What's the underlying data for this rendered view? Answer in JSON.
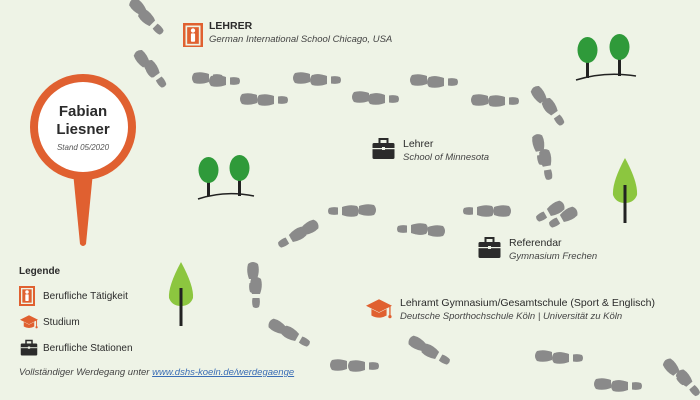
{
  "profile": {
    "first_name": "Fabian",
    "last_name": "Liesner",
    "status": "Stand 05/2020"
  },
  "stations": [
    {
      "title": "LEHRER",
      "subtitle": "German International School Chicago, USA",
      "icon": "person-icon"
    },
    {
      "title": "Lehrer",
      "subtitle": "School of Minnesota",
      "icon": "briefcase-icon"
    },
    {
      "title": "Referendar",
      "subtitle": "Gymnasium Frechen",
      "icon": "briefcase-icon"
    },
    {
      "title": "Lehramt Gymnasium/Gesamtschule (Sport & Englisch)",
      "subtitle": "Deutsche Sporthochschule Köln | Universität zu Köln",
      "icon": "graduation-cap-icon"
    }
  ],
  "legend": {
    "title": "Legende",
    "items": [
      {
        "label": "Berufliche Tätigkeit",
        "icon": "person-icon"
      },
      {
        "label": "Studium",
        "icon": "graduation-cap-icon"
      },
      {
        "label": "Berufliche Stationen",
        "icon": "briefcase-icon"
      }
    ]
  },
  "footer": {
    "text": "Vollständiger Werdegang unter",
    "link": "www.dshs-koeln.de/werdegaenge"
  },
  "colors": {
    "accent": "#e06030",
    "dark": "#2b2b2b",
    "footprint": "#8a8a8a",
    "tree_green": "#2f9a3a",
    "tree_light": "#8cc63f",
    "background": "#eef3e6"
  }
}
